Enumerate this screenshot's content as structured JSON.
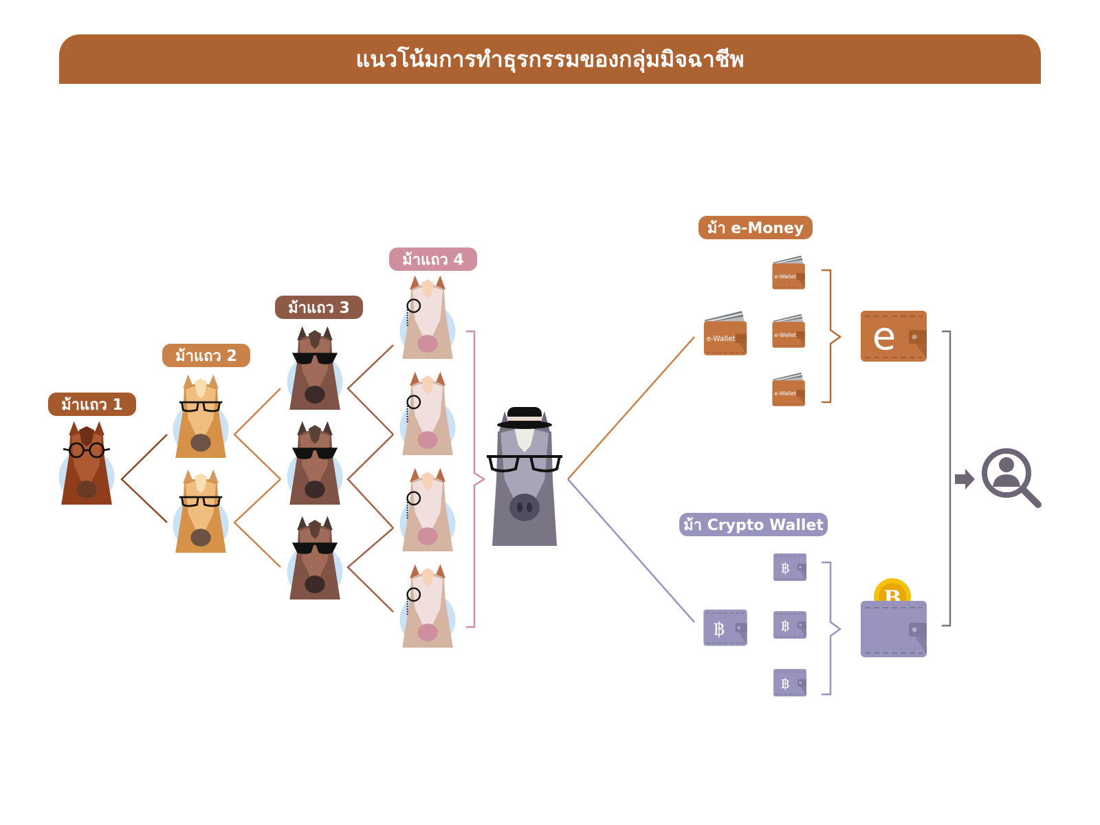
{
  "header": {
    "title": "แนวโน้มการทำธุรกรรมของกลุ่มมิจฉาชีพ"
  },
  "colors": {
    "header": "#ad6232",
    "row1": "#a45a2c",
    "row2": "#c9834a",
    "row3": "#8e5a48",
    "row4": "#cf8f9f",
    "emoney": "#c4743f",
    "crypto": "#9994bd",
    "search": "#6f6675"
  },
  "tiers": [
    {
      "label": "ม้าแถว 1",
      "count": 1,
      "accessory": "round-glasses"
    },
    {
      "label": "ม้าแถว 2",
      "count": 2,
      "accessory": "glasses"
    },
    {
      "label": "ม้าแถว 3",
      "count": 3,
      "accessory": "sunglasses"
    },
    {
      "label": "ม้าแถว 4",
      "count": 4,
      "accessory": "monocle"
    }
  ],
  "boss": {
    "name": "boss-horse",
    "accessory": "top-hat-and-glasses"
  },
  "branches": {
    "emoney": {
      "label": "ม้า e-Money",
      "wallet_text": "e-Wallet",
      "sub_wallet_count": 3,
      "big_wallet_symbol": "e"
    },
    "crypto": {
      "label": "ม้า Crypto Wallet",
      "wallet_symbol": "฿",
      "sub_wallet_count": 3,
      "coin_symbol": "B"
    }
  },
  "result": {
    "icon": "search-user-icon"
  }
}
